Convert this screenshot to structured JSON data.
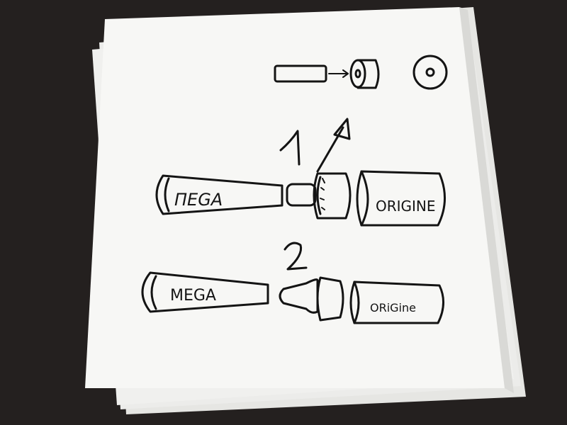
{
  "colors": {
    "background": "#2a2624",
    "paper": "#f7f7f5",
    "paper_shadow": "#d9d9d6",
    "ink": "#141414"
  },
  "sketch": {
    "step_1_label": "1",
    "step_2_label": "2",
    "row1_left_text": "ΠEGA",
    "row1_right_text": "ORIGINE",
    "row2_left_text": "MEGA",
    "row2_right_text": "ORiGine"
  }
}
